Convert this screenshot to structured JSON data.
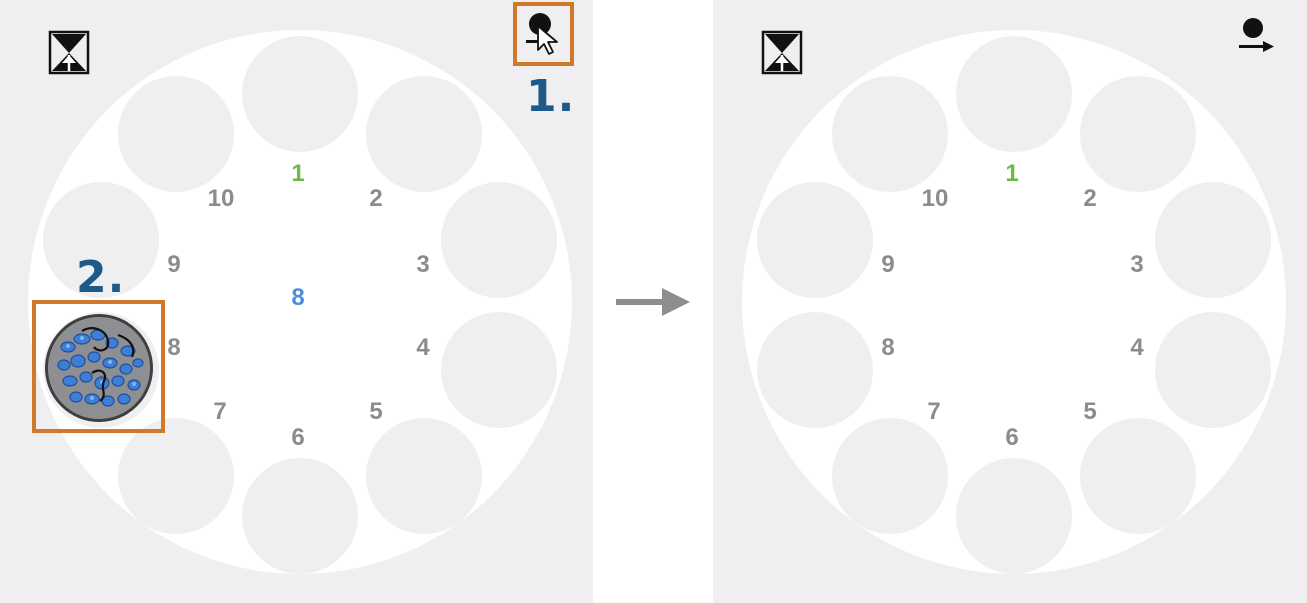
{
  "screen": {
    "step_markers": [
      "1.",
      "2."
    ],
    "cursor": "arrow-pointer"
  },
  "before": {
    "home_button": {
      "icon": "exchange-x-icon"
    },
    "eject_button": {
      "icon": "eject-position-icon"
    },
    "positions": [
      "1",
      "2",
      "3",
      "4",
      "5",
      "6",
      "7",
      "8",
      "9",
      "10"
    ],
    "start_position": "1",
    "current_position_readout": "8",
    "loaded_sample_position": "8"
  },
  "after": {
    "home_button": {
      "icon": "exchange-x-icon"
    },
    "eject_button": {
      "icon": "eject-position-icon"
    },
    "positions": [
      "1",
      "2",
      "3",
      "4",
      "5",
      "6",
      "7",
      "8",
      "9",
      "10"
    ],
    "start_position": "1"
  },
  "colors": {
    "panel_bg": "#efeff1",
    "disc": "#ffffff",
    "well": "#efeff1",
    "label_gray": "#8c8c8c",
    "start_green": "#6dbb43",
    "current_blue": "#4a8fd8",
    "callout_orange": "#d2782a",
    "step_blue": "#1e5a87",
    "arrow_gray": "#8e8e8e"
  }
}
